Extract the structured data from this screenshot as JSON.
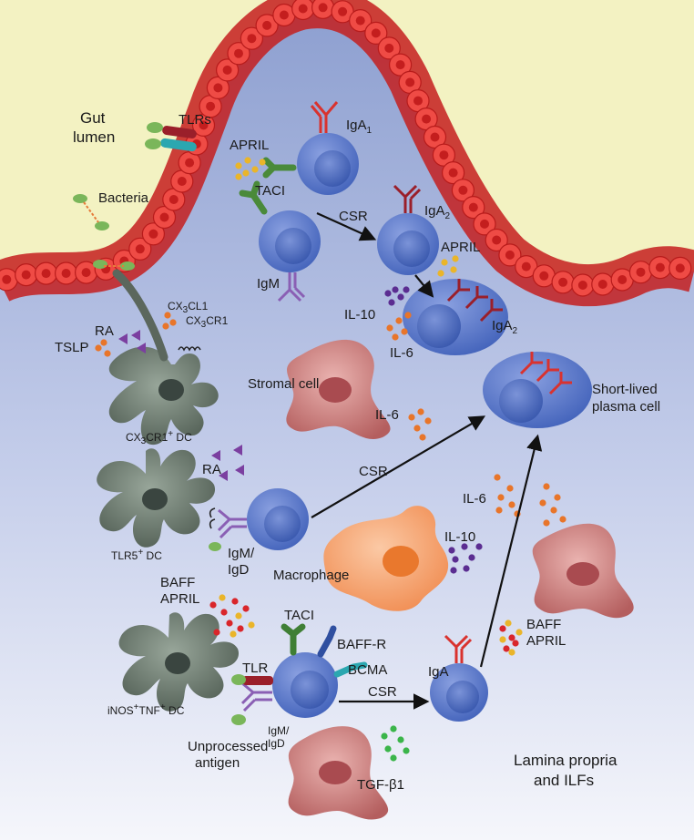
{
  "labels": {
    "gut_lumen": [
      "Gut",
      "lumen"
    ],
    "lamina_propria": [
      "Lamina propria",
      "and ILFs"
    ],
    "tlrs": "TLRs",
    "bacteria": "Bacteria",
    "april_top": "APRIL",
    "taci_top": "TACI",
    "iga1": "IgA",
    "iga1_sub": "1",
    "igm": "IgM",
    "csr_top": "CSR",
    "iga2_top": "IgA",
    "iga2_top_sub": "2",
    "april_mid": "APRIL",
    "il10_top": "IL-10",
    "il6_top": "IL-6",
    "iga2_plasma": "IgA",
    "iga2_plasma_sub": "2",
    "cx3cl1": {
      "a": "CX",
      "b": "3",
      "c": "CL1"
    },
    "cx3cr1": {
      "a": "CX",
      "b": "3",
      "c": "CR1"
    },
    "ra_top": "RA",
    "tslp": "TSLP",
    "stromal_cell": "Stromal cell",
    "cx3cr1_dc": {
      "a": "CX",
      "b": "3",
      "c": "CR1",
      "d": "+",
      "e": " DC"
    },
    "short_lived": [
      "Short-lived",
      "plasma cell"
    ],
    "il6_mid": "IL-6",
    "csr_mid": "CSR",
    "ra_mid": "RA",
    "tlr5_dc": {
      "a": "TLR5",
      "b": "+",
      "c": " DC"
    },
    "igm_igd_mid": [
      "IgM/",
      "IgD"
    ],
    "macrophage": "Macrophage",
    "il6_right": "IL-6",
    "il10_mid": "IL-10",
    "baff_left": "BAFF",
    "april_left": "APRIL",
    "taci_bottom": "TACI",
    "baff_r": "BAFF-R",
    "bcma": "BCMA",
    "tlr": "TLR",
    "csr_bottom": "CSR",
    "iga_bottom": "IgA",
    "baff_right": "BAFF",
    "april_right": "APRIL",
    "inos_dc": {
      "a": "iNOS",
      "b": "+",
      "c": "TNF",
      "d": "+",
      "e": " DC"
    },
    "igm_igd_bottom": [
      "IgM/",
      "IgD"
    ],
    "unprocessed": [
      "Unprocessed",
      "antigen"
    ],
    "tgf": "TGF-β1"
  },
  "colors": {
    "lumen": "#f3f2c2",
    "tissue_top": "#8d9fd0",
    "tissue_bottom": "#eef1fa",
    "epithelium": "#e8302e",
    "epithelium_nucleus": "#c41e1e",
    "b_cell": "#5a78c8",
    "b_cell_nucleus": "#3f5eb3",
    "dendritic_cell": "#6b7a6e",
    "stromal": "#c97a7a",
    "macrophage": "#f4a06c",
    "iga": "#d9322e",
    "igm": "#8a5fb4",
    "cytokine_orange": "#e8752a",
    "cytokine_yellow": "#eab52a",
    "cytokine_red": "#d9262b",
    "cytokine_purple": "#5b2d91",
    "cytokine_green": "#3bb54a"
  }
}
